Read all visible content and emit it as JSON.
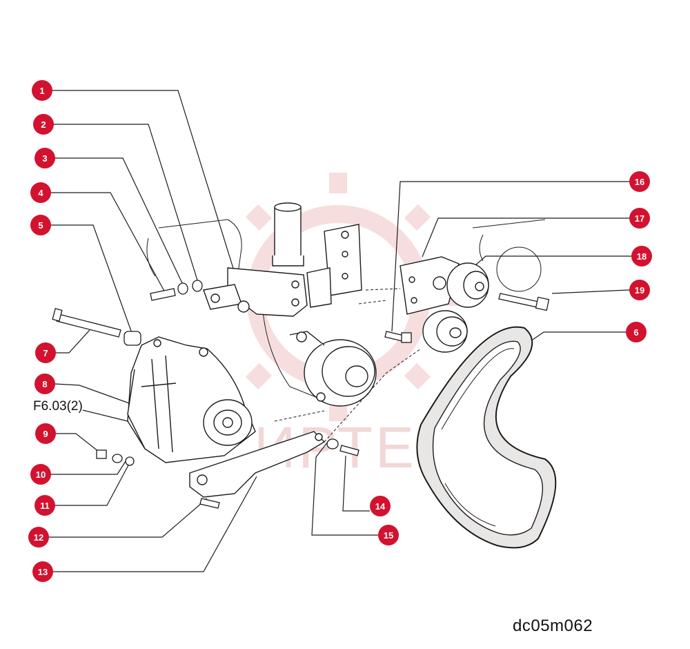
{
  "callouts": [
    {
      "number": "1"
    },
    {
      "number": "2"
    },
    {
      "number": "3"
    },
    {
      "number": "4"
    },
    {
      "number": "5"
    },
    {
      "number": "7"
    },
    {
      "number": "8"
    },
    {
      "number": "9"
    },
    {
      "number": "10"
    },
    {
      "number": "11"
    },
    {
      "number": "12"
    },
    {
      "number": "13"
    },
    {
      "number": "16"
    },
    {
      "number": "17"
    },
    {
      "number": "18"
    },
    {
      "number": "19"
    },
    {
      "number": "6"
    },
    {
      "number": "14"
    },
    {
      "number": "15"
    }
  ],
  "reference_label": "F6.03(2)",
  "drawing_id": "dc05m062",
  "watermark": {
    "text": "ИРТЕХ",
    "color": "#f2d7d7"
  },
  "colors": {
    "callout": "#d3122f",
    "line": "#1a1a1a"
  }
}
